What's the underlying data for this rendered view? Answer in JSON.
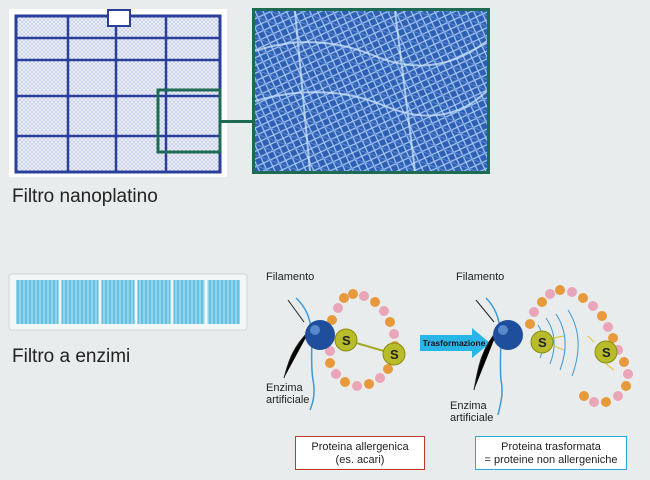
{
  "filters": {
    "nanoplatino_caption": "Filtro nanoplatino",
    "enzimi_caption": "Filtro a enzimi"
  },
  "diagram": {
    "left": {
      "filament_label": "Filamento",
      "enzyme_label_line1": "Enzima",
      "enzyme_label_line2": "artificiale",
      "s1": "S",
      "s2": "S"
    },
    "arrow_label": "Trasformazione",
    "right": {
      "filament_label": "Filamento",
      "enzyme_label_line1": "Enzima",
      "enzyme_label_line2": "artificiale",
      "s1": "S",
      "s2": "S"
    },
    "box_left_line1": "Proteina allergenica",
    "box_left_line2": "(es. acari)",
    "box_right_line1": "Proteina trasformata",
    "box_right_line2": "= proteine non allergeniche"
  },
  "colors": {
    "frame_blue": "#2a3f9a",
    "highlight_green": "#1e6a52",
    "box_red": "#c0392b",
    "box_blue": "#2aa7d8",
    "arrow_blue": "#29b6e6"
  }
}
